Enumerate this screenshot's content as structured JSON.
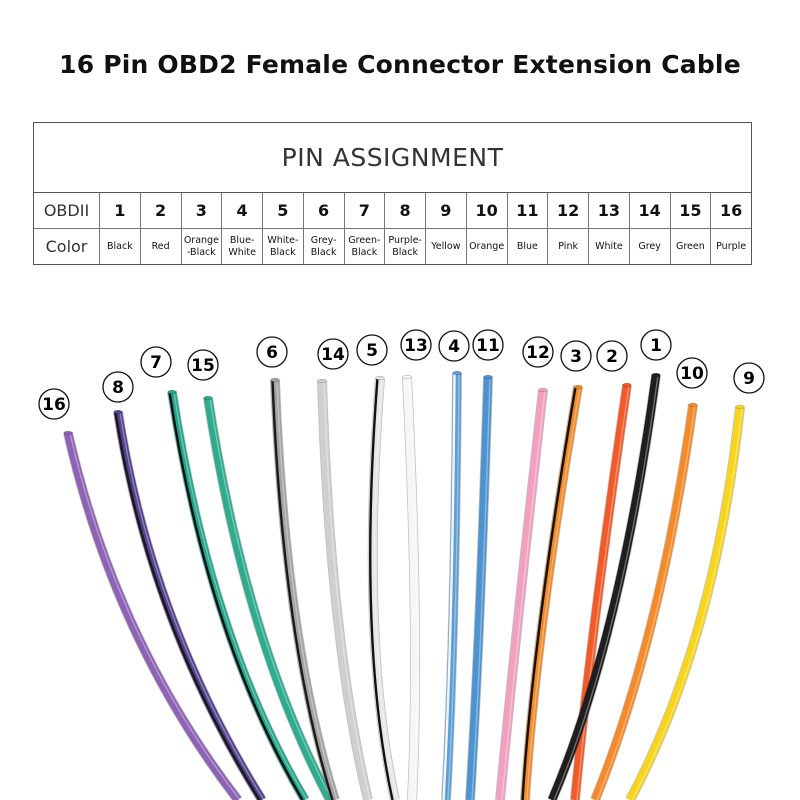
{
  "title": "16 Pin OBD2 Female Connector Extension Cable",
  "table": {
    "header": "PIN ASSIGNMENT",
    "row_labels": {
      "obd": "OBDII",
      "color": "Color"
    },
    "pins": [
      "1",
      "2",
      "3",
      "4",
      "5",
      "6",
      "7",
      "8",
      "9",
      "10",
      "11",
      "12",
      "13",
      "14",
      "15",
      "16"
    ],
    "colors": [
      "Black",
      "Red",
      "Orange\n-Black",
      "Blue-\nWhite",
      "White-\nBlack",
      "Grey-\nBlack",
      "Green-\nBlack",
      "Purple-\nBlack",
      "Yellow",
      "Orange",
      "Blue",
      "Pink",
      "White",
      "Grey",
      "Green",
      "Purple"
    ]
  },
  "wires": [
    {
      "label": "16",
      "color": "#8e63b5",
      "stripe": ""
    },
    {
      "label": "8",
      "color": "#54418f",
      "stripe": "#1a1a1a"
    },
    {
      "label": "7",
      "color": "#23a58a",
      "stripe": "#111111"
    },
    {
      "label": "15",
      "color": "#2fab8d",
      "stripe": ""
    },
    {
      "label": "6",
      "color": "#a3a3a3",
      "stripe": "#1a1a1a"
    },
    {
      "label": "14",
      "color": "#cfcfcf",
      "stripe": ""
    },
    {
      "label": "5",
      "color": "#e6e6e6",
      "stripe": "#111111"
    },
    {
      "label": "13",
      "color": "#f6f6f6",
      "stripe": ""
    },
    {
      "label": "4",
      "color": "#5c9fd6",
      "stripe": "#f5f5f5"
    },
    {
      "label": "11",
      "color": "#4e93d0",
      "stripe": ""
    },
    {
      "label": "12",
      "color": "#f1a0bf",
      "stripe": ""
    },
    {
      "label": "3",
      "color": "#f28a26",
      "stripe": "#111111"
    },
    {
      "label": "2",
      "color": "#f15a29",
      "stripe": ""
    },
    {
      "label": "1",
      "color": "#1e1e1e",
      "stripe": ""
    },
    {
      "label": "10",
      "color": "#f58a2a",
      "stripe": ""
    },
    {
      "label": "9",
      "color": "#f7d51c",
      "stripe": ""
    }
  ]
}
